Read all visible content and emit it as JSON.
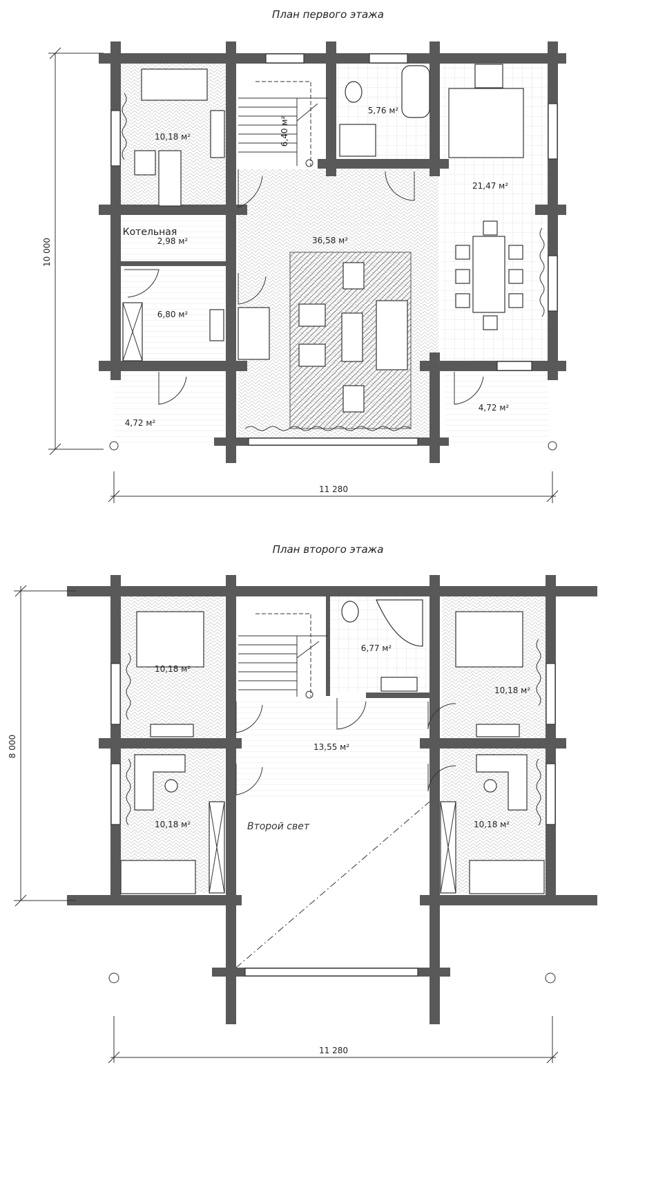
{
  "plans": [
    {
      "title": "План первого этажа",
      "width_dim": "11 280",
      "height_dim": "10 000",
      "rooms": [
        {
          "label": "10,18 м²"
        },
        {
          "label": "6,40 м²"
        },
        {
          "label": "5,76 м²"
        },
        {
          "label": "21,47 м²"
        },
        {
          "label": "Котельная"
        },
        {
          "label": "2,98 м²"
        },
        {
          "label": "36,58 м²"
        },
        {
          "label": "6,80 м²"
        },
        {
          "label": "4,72 м²"
        },
        {
          "label": "4,72 м²"
        }
      ]
    },
    {
      "title": "План второго этажа",
      "width_dim": "11 280",
      "height_dim": "8 000",
      "rooms": [
        {
          "label": "10,18 м²"
        },
        {
          "label": "6,77 м²"
        },
        {
          "label": "10,18 м²"
        },
        {
          "label": "13,55 м²"
        },
        {
          "label": "10,18 м²"
        },
        {
          "label": "Второй свет"
        },
        {
          "label": "10,18 м²"
        }
      ]
    }
  ],
  "colors": {
    "wall": "#595959",
    "line": "#333333",
    "background": "#ffffff"
  }
}
